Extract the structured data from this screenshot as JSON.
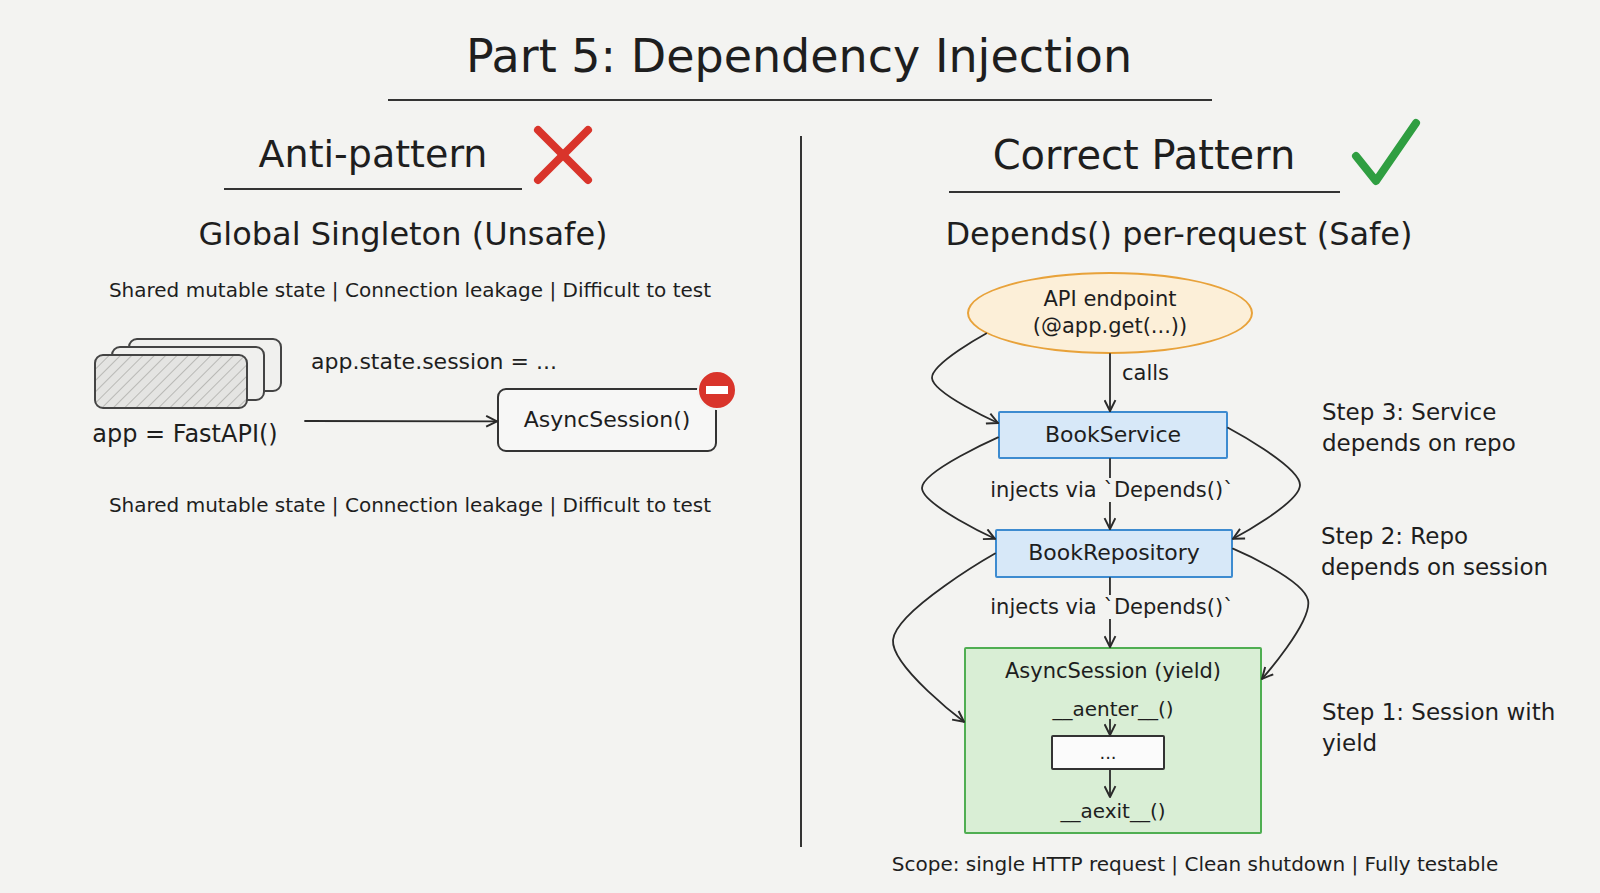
{
  "diagram": {
    "title": "Part 5: Dependency Injection",
    "caption": "Scope: single HTTP request | Clean shutdown | Fully testable",
    "nodes": [
      {
        "text": [
          "app = FastAPI()"
        ]
      },
      {
        "text": [
          "AsyncSession()"
        ]
      },
      {
        "text": [
          "API endpoint (@app.get(...))"
        ]
      },
      {
        "text": [
          "BookService"
        ]
      },
      {
        "text": [
          "BookRepository"
        ]
      },
      {
        "text": [
          "AsyncSession (yield)",
          "__aenter__()",
          "__aexit__()"
        ]
      },
      {
        "text": [
          "..."
        ],
        "in": 5
      }
    ],
    "edges": [
      {
        "from": 0,
        "to": 1,
        "label": "app.state.session = ...",
        "arrow": "to"
      },
      {
        "from": 2,
        "to": 3,
        "label": "calls",
        "arrow": "to"
      },
      {
        "from": 2,
        "to": 3,
        "arrow": "to"
      },
      {
        "from": 3,
        "to": 4,
        "label": "injects via `Depends()`",
        "arrow": "to"
      },
      {
        "from": 3,
        "to": 4,
        "arrow": "to"
      },
      {
        "from": 3,
        "to": 4,
        "arrow": "to"
      },
      {
        "from": 4,
        "to": 5,
        "label": "injects via `Depends()`",
        "arrow": "to"
      },
      {
        "from": 4,
        "to": 5,
        "arrow": "to"
      },
      {
        "from": 4,
        "to": 5,
        "arrow": "to"
      }
    ],
    "labels": [
      "Anti-pattern",
      "Global Singleton (Unsafe)",
      "Shared mutable state | Connection leakage | Difficult to test",
      "Shared mutable state | Connection leakage | Difficult to test",
      "Correct Pattern",
      "Depends() per-request (Safe)",
      "Step 3: Service depends on repo",
      "Step 2: Repo depends on session",
      "Step 1: Session with yield"
    ]
  }
}
